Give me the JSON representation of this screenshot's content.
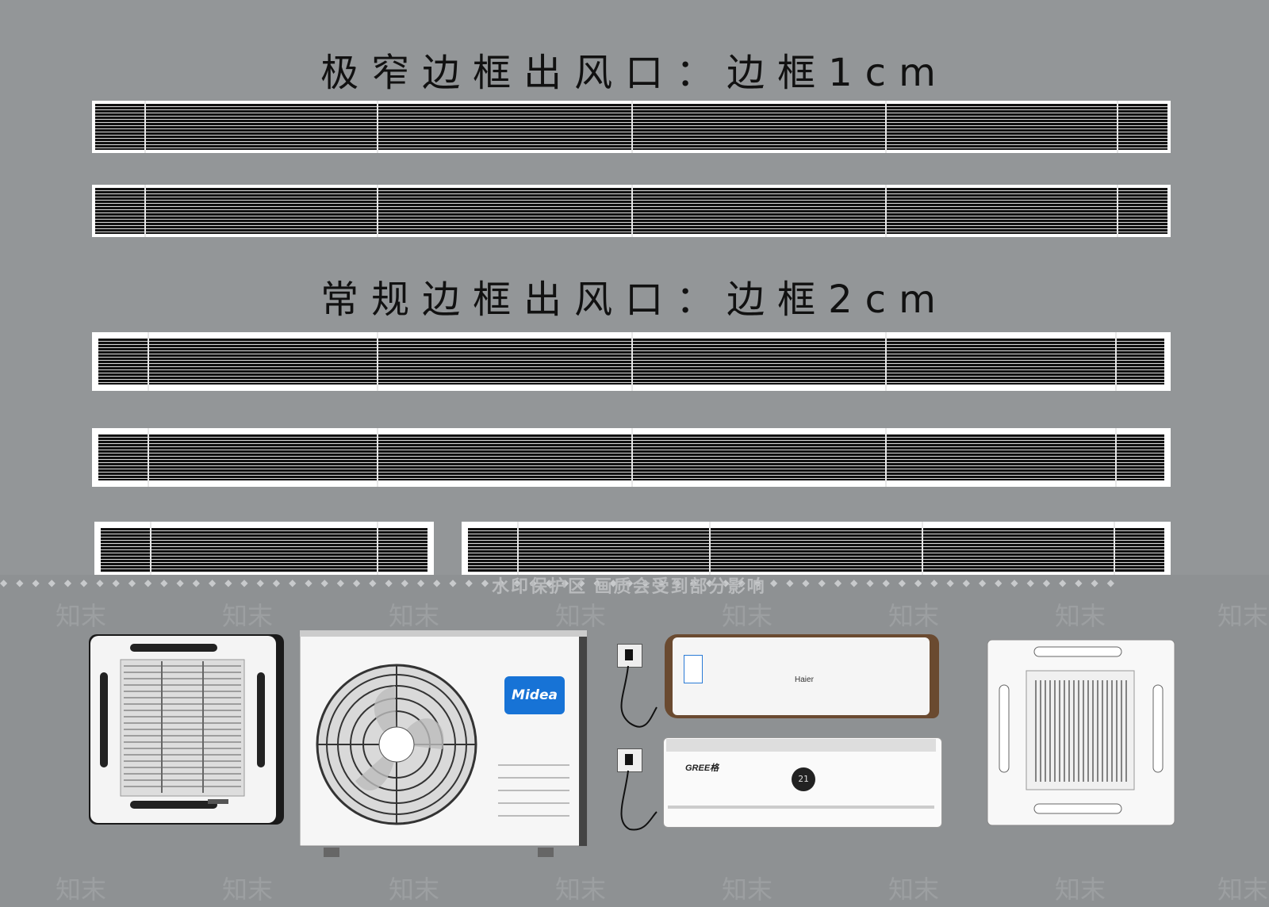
{
  "heading_narrow": "极窄边框出风口：边框1cm",
  "heading_normal": "常规边框出风口：边框2cm",
  "watermark_notice": "水印保护区  画质会受到部分影响",
  "watermark_text": "知末",
  "brands": {
    "midea": "Midea",
    "haier": "Haier",
    "gree": "GREE格"
  },
  "display_value": "21",
  "colors": {
    "background": "#939698",
    "vent_slats": "#111111",
    "midea_blue": "#1773d6"
  }
}
